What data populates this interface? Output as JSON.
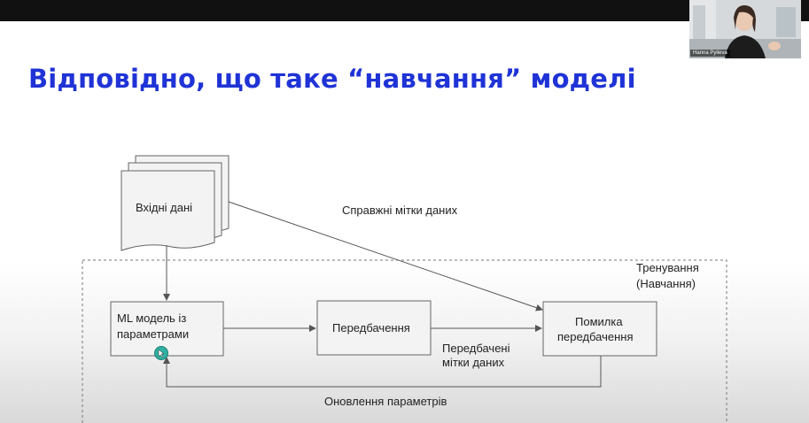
{
  "slide": {
    "title": "Відповідно, що таке “навчання” моделі"
  },
  "webcam": {
    "participant_name": "Hanna Pylieva"
  },
  "diagram": {
    "nodes": {
      "input_data": "Вхідні дані",
      "ml_model": [
        "ML модель із",
        "параметрами"
      ],
      "prediction": "Передбачення",
      "prediction_error": [
        "Помилка",
        "передбачення"
      ]
    },
    "edge_labels": {
      "true_labels": "Справжні мітки даних",
      "predicted_labels": [
        "Передбачені",
        "мітки даних"
      ],
      "parameter_update": "Оновлення параметрів"
    },
    "training_region_label": [
      "Тренування",
      "(Навчання)"
    ]
  }
}
